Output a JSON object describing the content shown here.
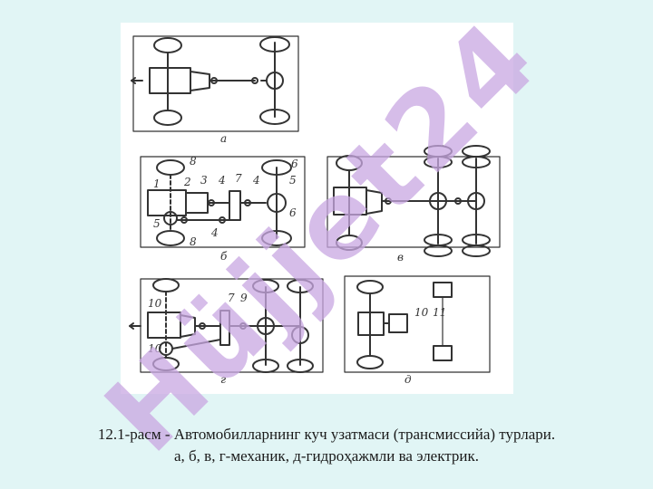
{
  "figure": {
    "panel_letters": [
      "а",
      "б",
      "в",
      "г",
      "д"
    ],
    "part_numbers_b": [
      "1",
      "2",
      "3",
      "4",
      "4",
      "7",
      "4",
      "5",
      "6",
      "5",
      "6",
      "8",
      "8"
    ],
    "part_numbers_g": [
      "10",
      "10",
      "7",
      "9"
    ],
    "part_numbers_d": [
      "10",
      "11"
    ]
  },
  "watermark": {
    "text": "Hüjjet24",
    "color": "#c9a7e2"
  },
  "caption": {
    "line1": "12.1-расм - Автомобилларнинг куч узатмаси (трансмиссийа) турлари.",
    "line2": "а, б, в, г-механик, д-гидроҳажмли ва электрик."
  },
  "colors": {
    "background": "#e1f5f5",
    "ink": "#333333"
  }
}
